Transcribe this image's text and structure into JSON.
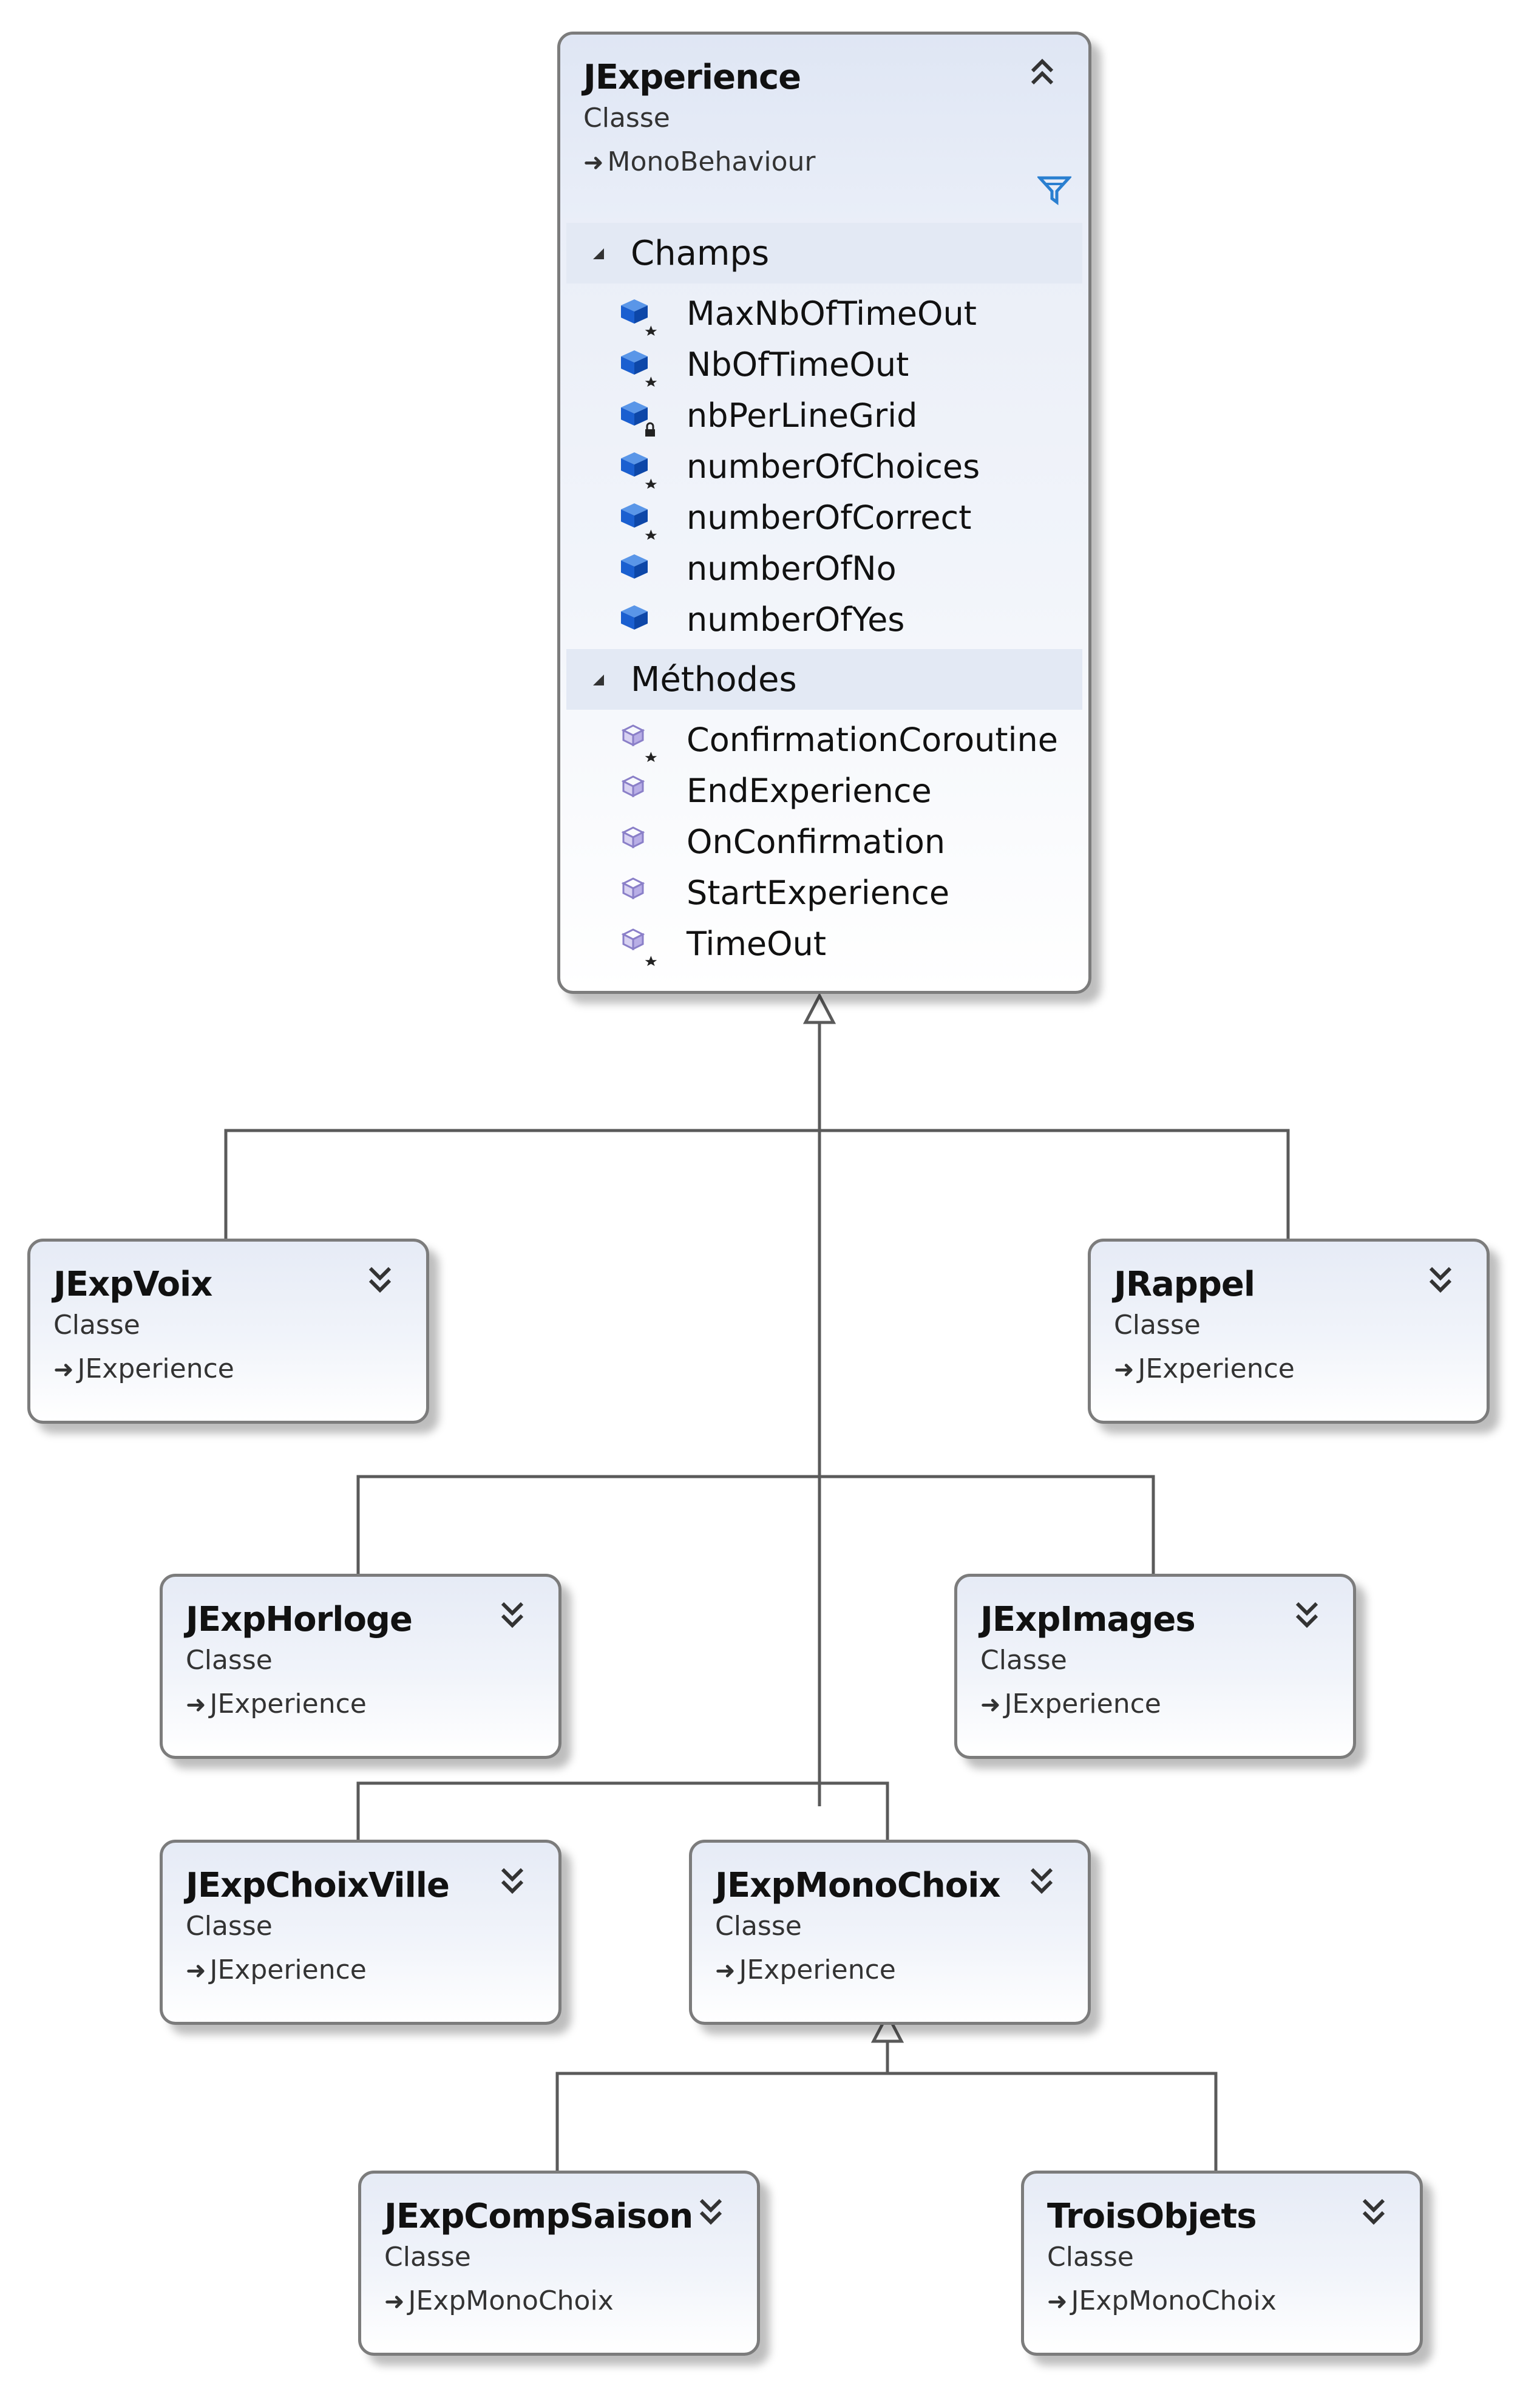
{
  "root": {
    "name": "JExperience",
    "kind": "Classe",
    "base": "MonoBehaviour",
    "sections": {
      "fields_label": "Champs",
      "methods_label": "Méthodes"
    },
    "fields": [
      {
        "name": "MaxNbOfTimeOut",
        "icon": "field-static-icon"
      },
      {
        "name": "NbOfTimeOut",
        "icon": "field-static-icon"
      },
      {
        "name": "nbPerLineGrid",
        "icon": "field-private-icon"
      },
      {
        "name": "numberOfChoices",
        "icon": "field-static-icon"
      },
      {
        "name": "numberOfCorrect",
        "icon": "field-static-icon"
      },
      {
        "name": "numberOfNo",
        "icon": "field-icon"
      },
      {
        "name": "numberOfYes",
        "icon": "field-icon"
      }
    ],
    "methods": [
      {
        "name": "ConfirmationCoroutine",
        "icon": "method-static-icon"
      },
      {
        "name": "EndExperience",
        "icon": "method-icon"
      },
      {
        "name": "OnConfirmation",
        "icon": "method-icon"
      },
      {
        "name": "StartExperience",
        "icon": "method-icon"
      },
      {
        "name": "TimeOut",
        "icon": "method-static-icon"
      }
    ]
  },
  "classes": {
    "voix": {
      "name": "JExpVoix",
      "kind": "Classe",
      "base": "JExperience"
    },
    "rappel": {
      "name": "JRappel",
      "kind": "Classe",
      "base": "JExperience"
    },
    "horloge": {
      "name": "JExpHorloge",
      "kind": "Classe",
      "base": "JExperience"
    },
    "images": {
      "name": "JExpImages",
      "kind": "Classe",
      "base": "JExperience"
    },
    "choixville": {
      "name": "JExpChoixVille",
      "kind": "Classe",
      "base": "JExperience"
    },
    "monochoix": {
      "name": "JExpMonoChoix",
      "kind": "Classe",
      "base": "JExperience"
    },
    "compsaison": {
      "name": "JExpCompSaison",
      "kind": "Classe",
      "base": "JExpMonoChoix"
    },
    "troisobjets": {
      "name": "TroisObjets",
      "kind": "Classe",
      "base": "JExpMonoChoix"
    }
  },
  "icons": {
    "collapse": "chevron-double-up-icon",
    "expand": "chevron-double-down-icon",
    "filter": "filter-icon",
    "inherit": "inheritance-arrow-icon"
  },
  "colors": {
    "field_icon": "#1a5fd0",
    "method_icon": "#8a7fc8",
    "border": "#7c7c7c",
    "connector": "#5a5a5a"
  }
}
